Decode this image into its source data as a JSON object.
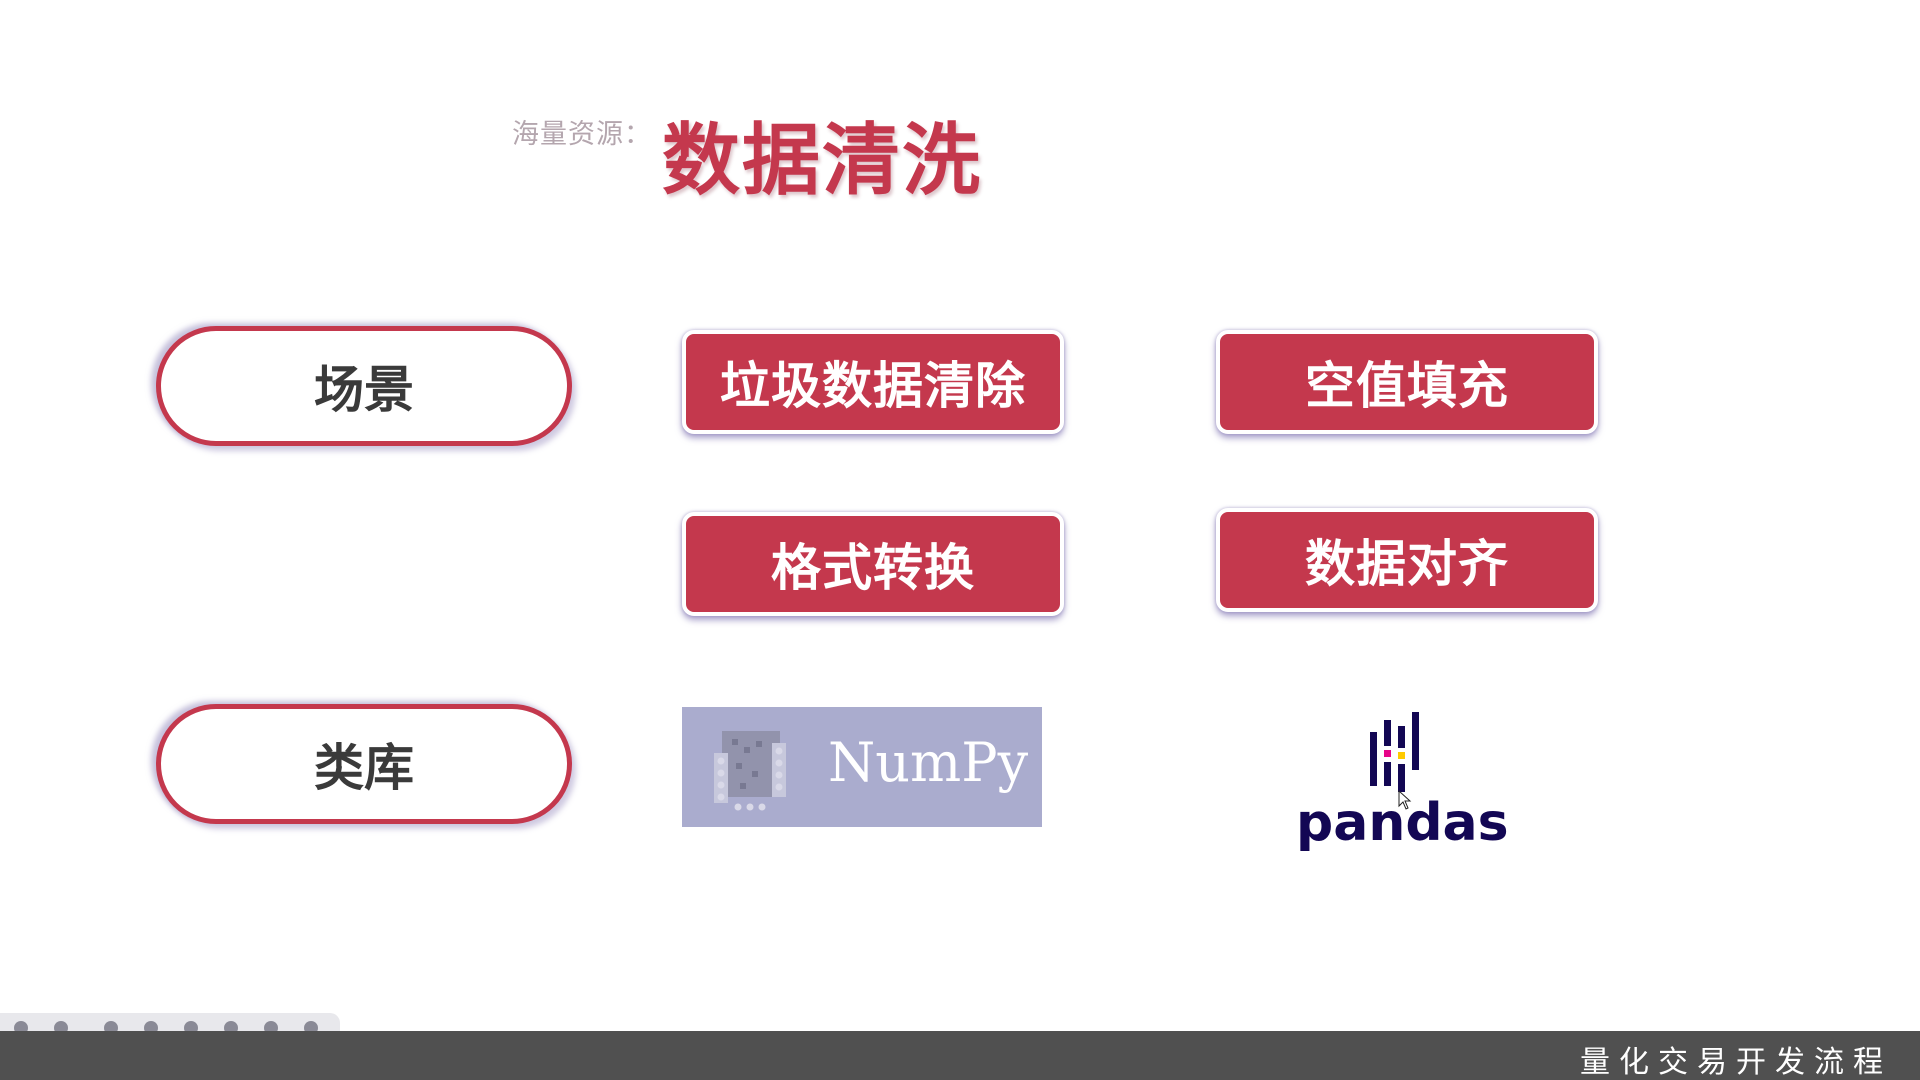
{
  "slide": {
    "watermark": "海量资源：",
    "title": "数据清洗",
    "categories": {
      "scenario": "场景",
      "library": "类库"
    },
    "scenarios": [
      "垃圾数据清除",
      "空值填充",
      "格式转换",
      "数据对齐"
    ],
    "libraries": {
      "numpy": "NumPy",
      "pandas": "pandas"
    }
  },
  "footer": {
    "caption": "量化交易开发流程"
  },
  "colors": {
    "accent": "#c4384d",
    "numpy_bg": "#aaacce",
    "pandas_text": "#130754",
    "bar": "#505050"
  }
}
